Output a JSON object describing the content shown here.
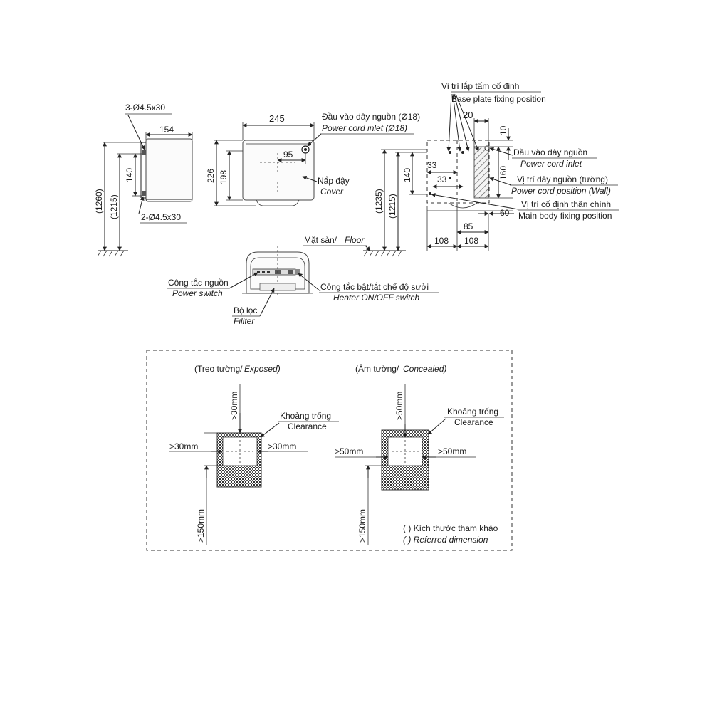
{
  "side_view": {
    "screw_top": "3-Ø4.5x30",
    "width": "154",
    "height_140": "140",
    "height_1215": "(1215)",
    "height_1260": "(1260)",
    "screw_bottom": "2-Ø4.5x30"
  },
  "front_view": {
    "width": "245",
    "inlet_offset": "95",
    "height_226": "226",
    "height_198": "198",
    "power_inlet_vi": "Đầu vào dây nguồn (Ø18)",
    "power_inlet_en": "Power cord inlet (Ø18)",
    "cover_vi": "Nắp đậy",
    "cover_en": "Cover"
  },
  "floor": {
    "label_vi": "Mặt sàn/",
    "label_en": "Floor"
  },
  "bottom_view": {
    "power_switch_vi": "Công tắc nguồn",
    "power_switch_en": "Power switch",
    "heater_switch_vi": "Công tắc bật/tắt chế độ sưởi",
    "heater_switch_en": "Heater ON/OFF switch",
    "filter_vi": "Bộ lọc",
    "filter_en": "Fillter"
  },
  "wall_view": {
    "base_plate_vi": "Vị trí lắp tấm cố định",
    "base_plate_en": "Base plate fixing position",
    "dim_20": "20",
    "dim_10": "10",
    "inlet_vi": "Đầu vào dây nguồn",
    "inlet_en": "Power cord inlet",
    "dim_160": "160",
    "cord_pos_vi": "Vị trí dây nguồn (tường)",
    "cord_pos_en": "Power cord position (Wall)",
    "body_fix_vi": "Vị trí cố định thân chính",
    "body_fix_en": "Main body fixing position",
    "dim_60": "60",
    "dim_33a": "33",
    "dim_33b": "33",
    "dim_140": "140",
    "dim_1235": "(1235)",
    "dim_1215": "(1215)",
    "dim_85": "85",
    "dim_108a": "108",
    "dim_108b": "108"
  },
  "clearance": {
    "exposed": {
      "title_vi": "(Treo tường/",
      "title_en": "Exposed)",
      "top": ">30mm",
      "left": ">30mm",
      "right": ">30mm",
      "bottom": ">150mm",
      "label_vi": "Khoảng trống",
      "label_en": "Clearance"
    },
    "concealed": {
      "title_vi": "(Âm tường/",
      "title_en": "Concealed)",
      "top": ">50mm",
      "left": ">50mm",
      "right": ">50mm",
      "bottom": ">150mm",
      "label_vi": "Khoảng trống",
      "label_en": "Clearance"
    },
    "note_vi": "( ) Kích thước tham khảo",
    "note_en": "( ) Referred dimension"
  }
}
